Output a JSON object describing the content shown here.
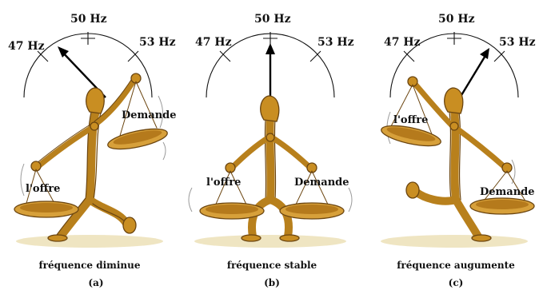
{
  "panels": [
    {
      "id": "a",
      "freq_left": "47 Hz",
      "freq_top": "50 Hz",
      "freq_right": "53 Hz",
      "offer_label": "l'offre",
      "demand_label": "Demande",
      "caption": "fréquence  diminue",
      "sub": "(a)"
    },
    {
      "id": "b",
      "freq_left": "47 Hz",
      "freq_top": "50 Hz",
      "freq_right": "53 Hz",
      "offer_label": "l'offre",
      "demand_label": "Demande",
      "caption": "fréquence stable",
      "sub": "(b)"
    },
    {
      "id": "c",
      "freq_left": "47 Hz",
      "freq_top": "50 Hz",
      "freq_right": "53 Hz",
      "offer_label": "l'offre",
      "demand_label": "Demande",
      "caption": "fréquence augumente",
      "sub": "(c)"
    }
  ]
}
